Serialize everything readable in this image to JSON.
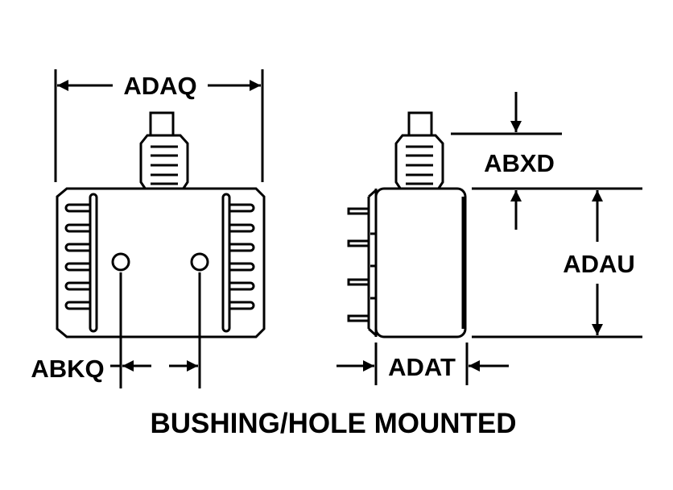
{
  "labels": {
    "adaq": "ADAQ",
    "abxd": "ABXD",
    "adau": "ADAU",
    "abkq": "ABKQ",
    "adat": "ADAT"
  },
  "caption": "BUSHING/HOLE MOUNTED"
}
